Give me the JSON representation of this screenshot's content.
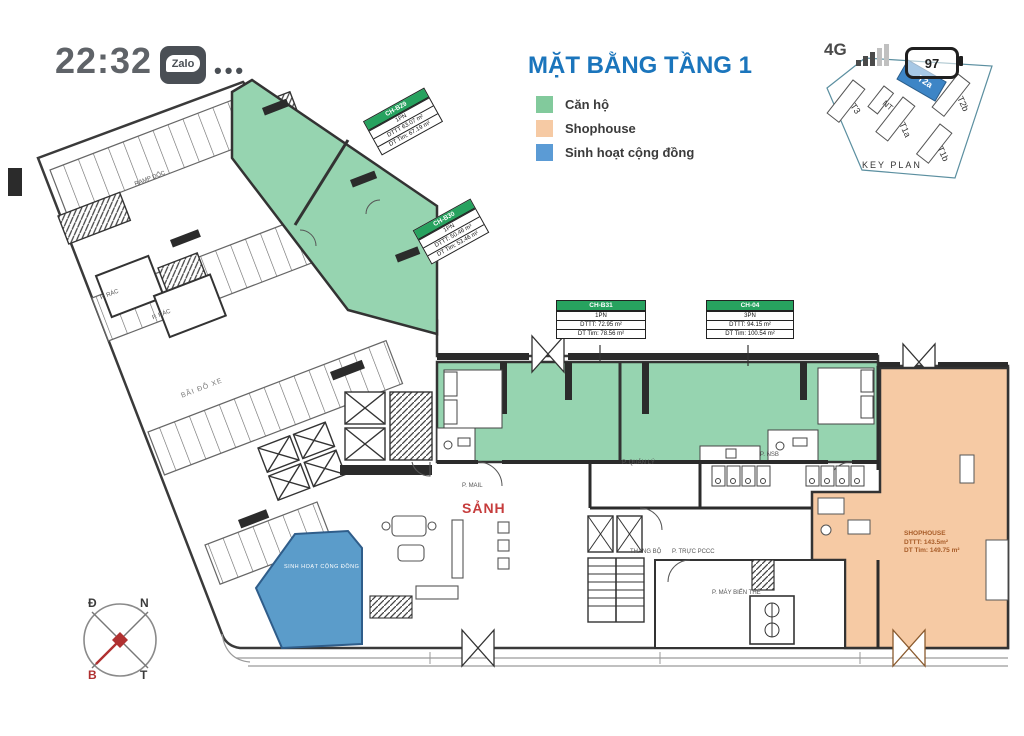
{
  "status_bar": {
    "time": "22:32",
    "zalo_logo": "Zalo",
    "menu_dots": "•••",
    "network": "4G",
    "battery_percent": "97"
  },
  "header": {
    "title": "MẶT BẰNG TẦNG 1"
  },
  "legend": {
    "items": [
      {
        "label": "Căn hộ",
        "color": "#82ca9c"
      },
      {
        "label": "Shophouse",
        "color": "#f6caa4"
      },
      {
        "label": "Sinh hoạt cộng đồng",
        "color": "#5b9bd5"
      }
    ]
  },
  "key_plan": {
    "caption": "KEY PLAN",
    "highlighted_tower": "T2a",
    "buildings": [
      "T3",
      "NT",
      "T1a",
      "T1b",
      "T2b"
    ]
  },
  "units": [
    {
      "id": "CH-B29",
      "bedrooms": "1PN",
      "area_net": "DTTT 63.07 m²",
      "area_gross": "DT Tim: 67.19 m²"
    },
    {
      "id": "CH-B30",
      "bedrooms": "1PN",
      "area_net": "DTTT: 50.46 m²",
      "area_gross": "DT Tim: 53.46 m²"
    },
    {
      "id": "CH-B31",
      "bedrooms": "1PN",
      "area_net": "DTTT: 72.95 m²",
      "area_gross": "DT Tim: 78.56 m²"
    },
    {
      "id": "CH-04",
      "bedrooms": "3PN",
      "area_net": "DTTT: 94.15 m²",
      "area_gross": "DT Tim: 100.54 m²"
    }
  ],
  "shophouse": {
    "name": "SHOPHOUSE",
    "area_net": "DTTT: 143.5m²",
    "area_gross": "DT Tim: 149.75 m²"
  },
  "rooms": {
    "lobby": "SẢNH",
    "mail": "P. MAIL",
    "management": "P. QUẢN LÝ",
    "nsb": "P. NSB",
    "stairs": "THANG BỘ",
    "fire_control": "P. TRỰC PCCC",
    "transformer": "P. MÁY BIẾN THẾ",
    "community": "SINH HOẠT CỘNG ĐỒNG",
    "trash_a": "P. RÁC",
    "trash_b": "P. RÁC",
    "parking": "BÃI ĐỖ XE",
    "ramp": "RAMP DỐC"
  },
  "compass": {
    "top_left": "Đ",
    "top_right": "N",
    "bottom_left": "B",
    "bottom_right": "T"
  },
  "colors": {
    "apartment": "#96d4b0",
    "shophouse": "#f6caa4",
    "community": "#5b9cca",
    "title": "#1b75bc",
    "wall": "#3a3a3a"
  }
}
